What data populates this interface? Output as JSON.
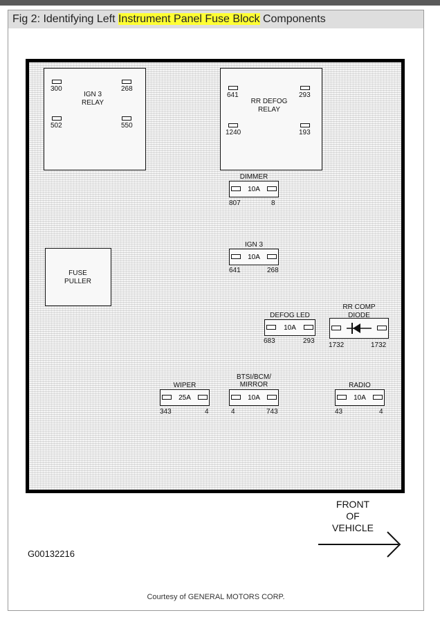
{
  "caption": {
    "prefix": "Fig 2: Identifying Left ",
    "highlight": "Instrument Panel Fuse Block",
    "suffix": " Components"
  },
  "relays": {
    "ign3": {
      "name_line1": "IGN 3",
      "name_line2": "RELAY",
      "pins": [
        "300",
        "268",
        "502",
        "550"
      ]
    },
    "rr_defog": {
      "name_line1": "RR DEFOG",
      "name_line2": "RELAY",
      "pins": [
        "641",
        "293",
        "1240",
        "193"
      ]
    }
  },
  "fuse_puller": {
    "line1": "FUSE",
    "line2": "PULLER"
  },
  "fuses": {
    "dimmer": {
      "name": "DIMMER",
      "amp": "10A",
      "left": "807",
      "right": "8"
    },
    "ign3": {
      "name": "IGN 3",
      "amp": "10A",
      "left": "641",
      "right": "268"
    },
    "defog_led": {
      "name": "DEFOG LED",
      "amp": "10A",
      "left": "683",
      "right": "293"
    },
    "wiper": {
      "name": "WIPER",
      "amp": "25A",
      "left": "343",
      "right": "4"
    },
    "btsi": {
      "name_line1": "BTSI/BCM/",
      "name_line2": "MIRROR",
      "amp": "10A",
      "left": "4",
      "right": "743"
    },
    "radio": {
      "name": "RADIO",
      "amp": "10A",
      "left": "43",
      "right": "4"
    }
  },
  "diode": {
    "name_line1": "RR COMP",
    "name_line2": "DIODE",
    "left": "1732",
    "right": "1732"
  },
  "front": {
    "line1": "FRONT",
    "line2": "OF",
    "line3": "VEHICLE"
  },
  "code": "G00132216",
  "courtesy": "Courtesy of GENERAL MOTORS CORP."
}
